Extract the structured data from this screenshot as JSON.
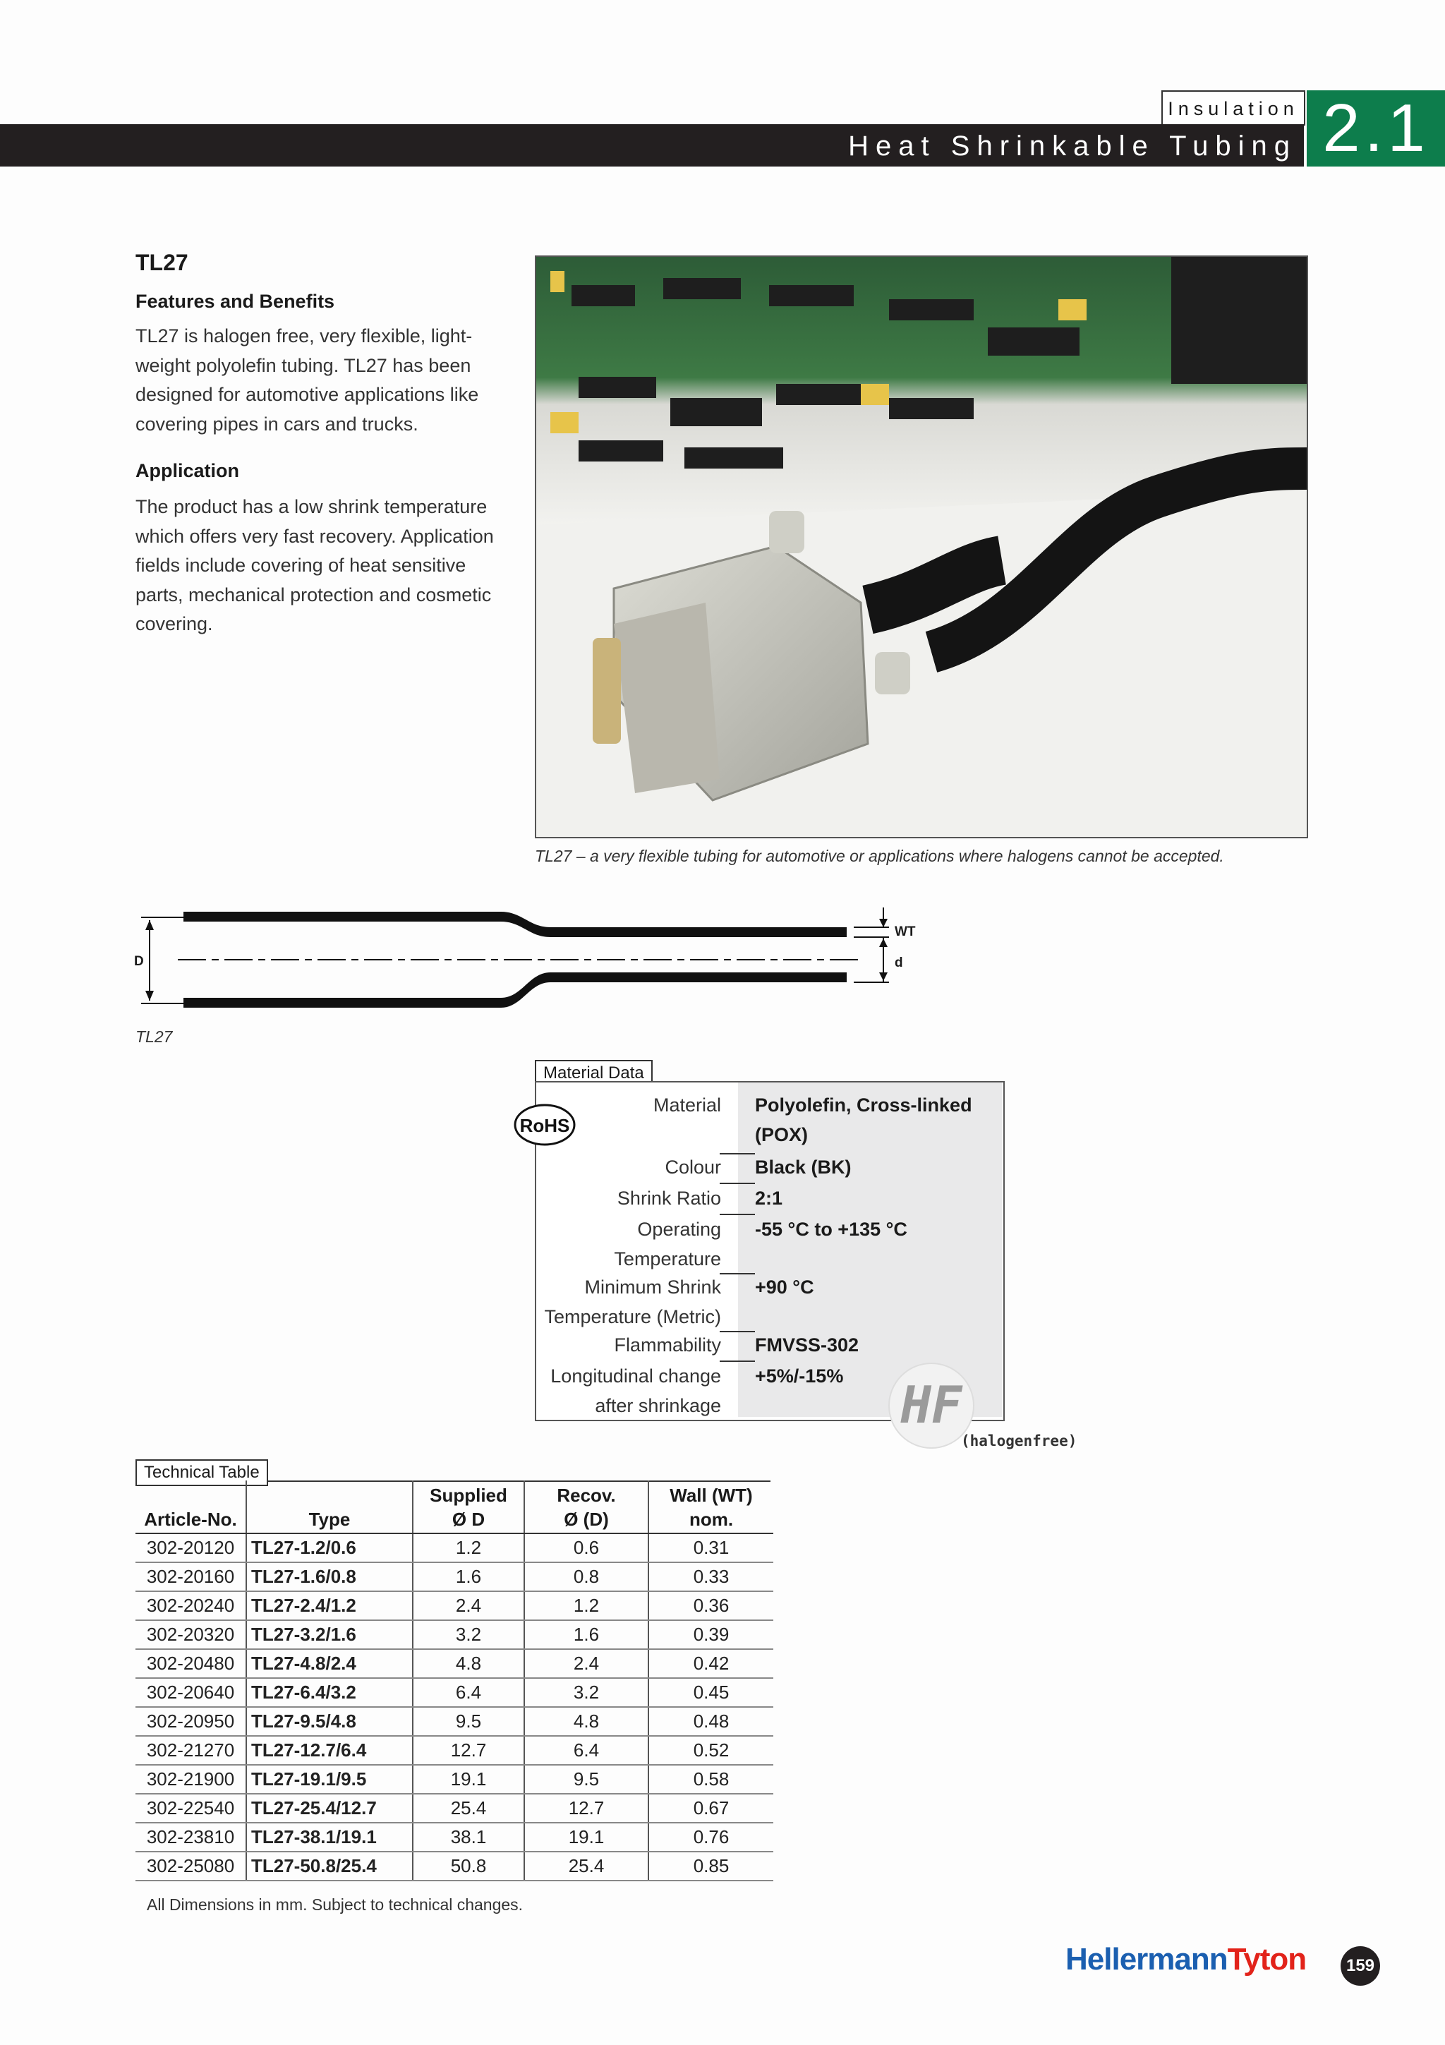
{
  "header": {
    "section": "Insulation",
    "title": "Heat Shrinkable Tubing",
    "chapter": "2.1"
  },
  "product": {
    "name": "TL27",
    "features_heading": "Features and Benefits",
    "features_text": "TL27 is halogen free, very flexible, light-weight polyolefin tubing. TL27 has been designed for automotive applications like covering pipes in cars and trucks.",
    "application_heading": "Application",
    "application_text": "The product has a low shrink temperature which offers very fast recovery. Application fields include covering of heat sensitive parts, mechanical protection and cosmetic covering."
  },
  "photo": {
    "caption": "TL27 – a very flexible tubing for automotive or applications where halogens cannot be accepted."
  },
  "diagram": {
    "label_D": "D",
    "label_WT": "WT",
    "label_d": "d",
    "caption": "TL27"
  },
  "material_data": {
    "title": "Material Data",
    "rows": [
      {
        "label": "Material",
        "value": "Polyolefin, Cross-linked (POX)"
      },
      {
        "label": "Colour",
        "value": "Black (BK)"
      },
      {
        "label": "Shrink Ratio",
        "value": "2:1"
      },
      {
        "label": "Operating Temperature",
        "value": "-55 °C to +135 °C"
      },
      {
        "label": "Minimum Shrink Temperature (Metric)",
        "value": "+90 °C"
      },
      {
        "label": "Flammability",
        "value": "FMVSS-302"
      },
      {
        "label": "Longitudinal change after shrinkage",
        "value": "+5%/-15%"
      }
    ],
    "rohs_logo": "RoHS",
    "hf_logo": "HF",
    "hf_text": "(halogenfree)"
  },
  "technical_table": {
    "title": "Technical Table",
    "headers": {
      "article": "Article-No.",
      "type": "Type",
      "supplied_1": "Supplied",
      "supplied_2": "Ø D",
      "recov_1": "Recov.",
      "recov_2": "Ø (D)",
      "wall_1": "Wall (WT)",
      "wall_2": "nom."
    },
    "rows": [
      [
        "302-20120",
        "TL27-1.2/0.6",
        "1.2",
        "0.6",
        "0.31"
      ],
      [
        "302-20160",
        "TL27-1.6/0.8",
        "1.6",
        "0.8",
        "0.33"
      ],
      [
        "302-20240",
        "TL27-2.4/1.2",
        "2.4",
        "1.2",
        "0.36"
      ],
      [
        "302-20320",
        "TL27-3.2/1.6",
        "3.2",
        "1.6",
        "0.39"
      ],
      [
        "302-20480",
        "TL27-4.8/2.4",
        "4.8",
        "2.4",
        "0.42"
      ],
      [
        "302-20640",
        "TL27-6.4/3.2",
        "6.4",
        "3.2",
        "0.45"
      ],
      [
        "302-20950",
        "TL27-9.5/4.8",
        "9.5",
        "4.8",
        "0.48"
      ],
      [
        "302-21270",
        "TL27-12.7/6.4",
        "12.7",
        "6.4",
        "0.52"
      ],
      [
        "302-21900",
        "TL27-19.1/9.5",
        "19.1",
        "9.5",
        "0.58"
      ],
      [
        "302-22540",
        "TL27-25.4/12.7",
        "25.4",
        "12.7",
        "0.67"
      ],
      [
        "302-23810",
        "TL27-38.1/19.1",
        "38.1",
        "19.1",
        "0.76"
      ],
      [
        "302-25080",
        "TL27-50.8/25.4",
        "50.8",
        "25.4",
        "0.85"
      ]
    ],
    "footnote": "All Dimensions in mm. Subject to technical changes."
  },
  "footer": {
    "brand_part1": "Hellermann",
    "brand_part2": "Tyton",
    "page_number": "159"
  }
}
